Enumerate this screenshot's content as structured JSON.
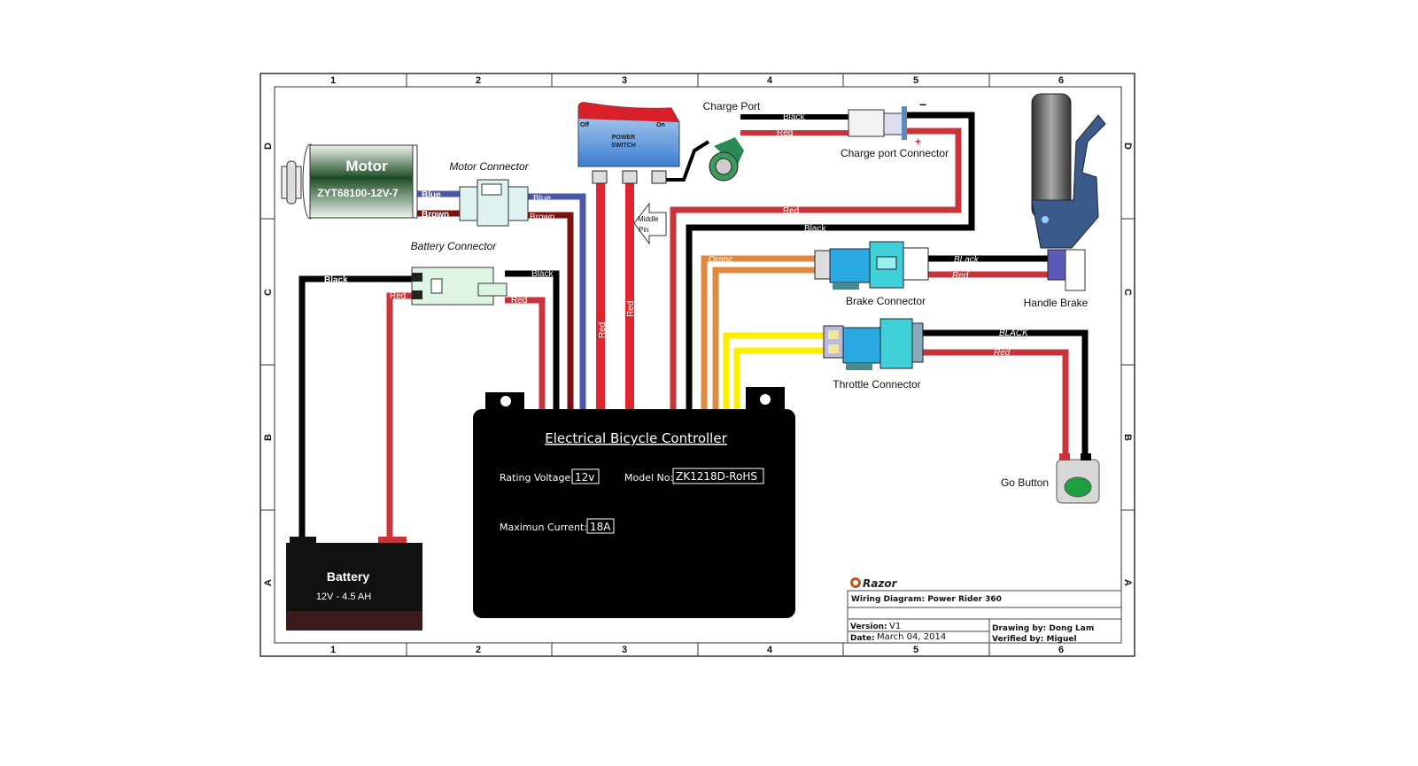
{
  "frame": {
    "columns": [
      "1",
      "2",
      "3",
      "4",
      "5",
      "6"
    ],
    "rows": [
      "D",
      "C",
      "B",
      "A"
    ]
  },
  "components": {
    "motor": {
      "title": "Motor",
      "model": "ZYT68100-12V-7"
    },
    "motor_connector": "Motor Connector",
    "battery_connector": "Battery Connector",
    "power_switch": {
      "off": "Off",
      "on": "On",
      "label_line1": "POWER",
      "label_line2": "SWITCH"
    },
    "middle_pin": {
      "line1": "Middle",
      "line2": "Pin"
    },
    "charge_port": "Charge Port",
    "charge_port_connector": "Charge port Connector",
    "charge_minus": "−",
    "charge_plus": "+",
    "brake_connector": "Brake Connector",
    "handle_brake": "Handle Brake",
    "throttle_connector": "Throttle Connector",
    "go_button": "Go Button",
    "battery": {
      "title": "Battery",
      "spec": "12V - 4.5 AH"
    },
    "controller": {
      "title": "Electrical Bicycle Controller",
      "voltage_label": "Rating Voltage:",
      "voltage_value": "12v",
      "model_label": "Model No:",
      "model_value": "ZK1218D-RoHS",
      "current_label": "Maximun Current:",
      "current_value": "18A"
    }
  },
  "wires": {
    "blue": "Blue",
    "brown": "Brown",
    "black": "Black",
    "red": "Red",
    "orange": "Oranc",
    "brake_black": "BLack",
    "throttle_black": "BLACK"
  },
  "colors": {
    "blue": "#4a56a8",
    "brown": "#7a1010",
    "red": "#d8262c",
    "black": "#000000",
    "orange": "#e08a40",
    "yellow": "#ffee00"
  },
  "title_block": {
    "brand": "Razor",
    "title": "Wiring Diagram: Power Rider 360",
    "version_label": "Version:",
    "version": "V1",
    "date_label": "Date:",
    "date": "March 04, 2014",
    "drawing_by": "Drawing by: Dong Lam",
    "verified_by": "Verified by: Miguel"
  }
}
